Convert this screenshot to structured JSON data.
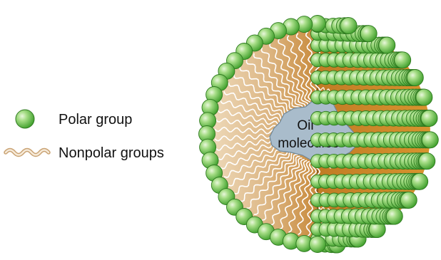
{
  "legend": {
    "polar_label": "Polar group",
    "nonpolar_label": "Nonpolar groups"
  },
  "micelle": {
    "core_label_line1": "Oil",
    "core_label_line2": "molecules"
  },
  "colors": {
    "head_light": "#b6e39a",
    "head_mid": "#5fbf3e",
    "head_dark": "#2f8f22",
    "tail_stroke": "#ffffff",
    "inner_light": "#e8cda6",
    "inner_dark": "#c17f2e",
    "oil_fill": "#a8bccb",
    "oil_stroke": "#6d8596",
    "outline": "#3a3a3a"
  }
}
